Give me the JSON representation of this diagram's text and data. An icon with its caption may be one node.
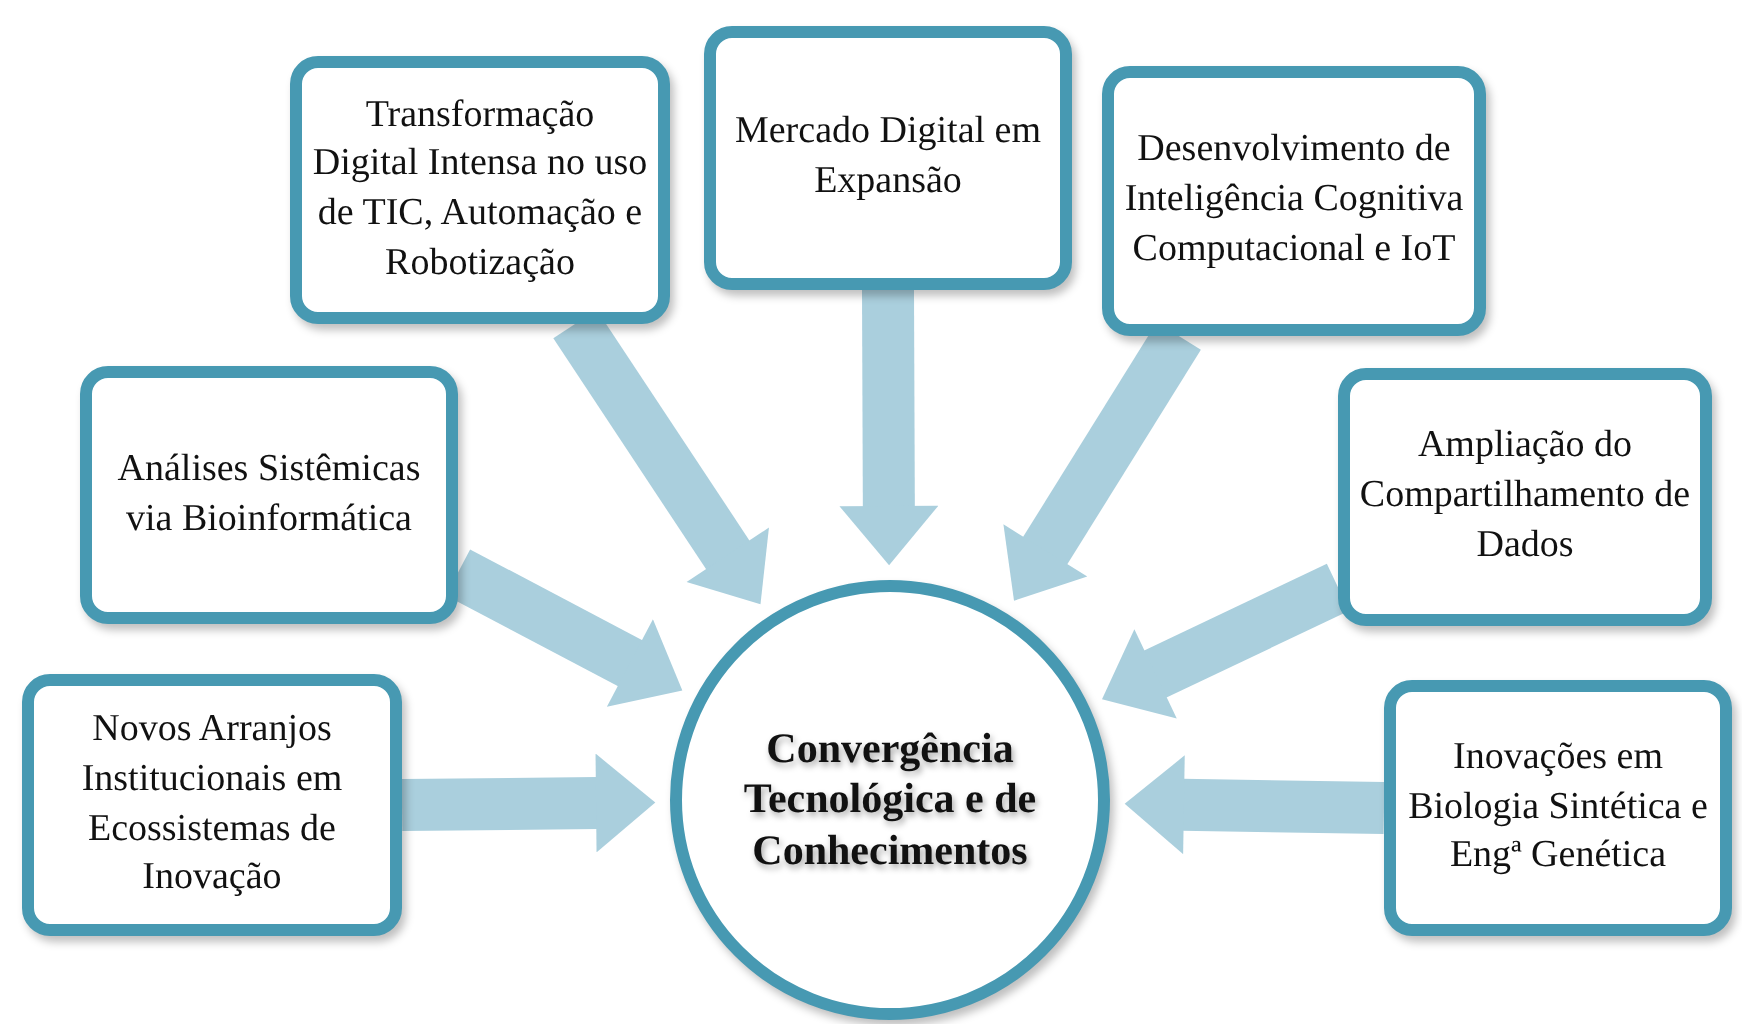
{
  "diagram": {
    "nodes": [
      {
        "text": [
          "Transformação Digital Intensa no uso de TIC, Automação e Robotização"
        ]
      },
      {
        "text": [
          "Mercado Digital em Expansão"
        ]
      },
      {
        "text": [
          "Desenvolvimento de Inteligência Cognitiva Computacional e IoT"
        ]
      },
      {
        "text": [
          "Análises Sistêmicas via Bioinformática"
        ]
      },
      {
        "text": [
          "Ampliação do Compartilhamento de Dados"
        ]
      },
      {
        "text": [
          "Novos Arranjos Institucionais em Ecossistemas de Inovação"
        ]
      },
      {
        "text": [
          "Convergência Tecnológica e de Conhecimentos"
        ]
      },
      {
        "text": [
          "Inovações em Biologia Sintética e Engª Genética"
        ]
      }
    ],
    "edges": [
      {
        "from": 0,
        "to": 6,
        "arrow": "to"
      },
      {
        "from": 1,
        "to": 6,
        "arrow": "to"
      },
      {
        "from": 2,
        "to": 6,
        "arrow": "to"
      },
      {
        "from": 3,
        "to": 6,
        "arrow": "to"
      },
      {
        "from": 4,
        "to": 6,
        "arrow": "to"
      },
      {
        "from": 5,
        "to": 6,
        "arrow": "to"
      },
      {
        "from": 7,
        "to": 6,
        "arrow": "to"
      }
    ]
  }
}
